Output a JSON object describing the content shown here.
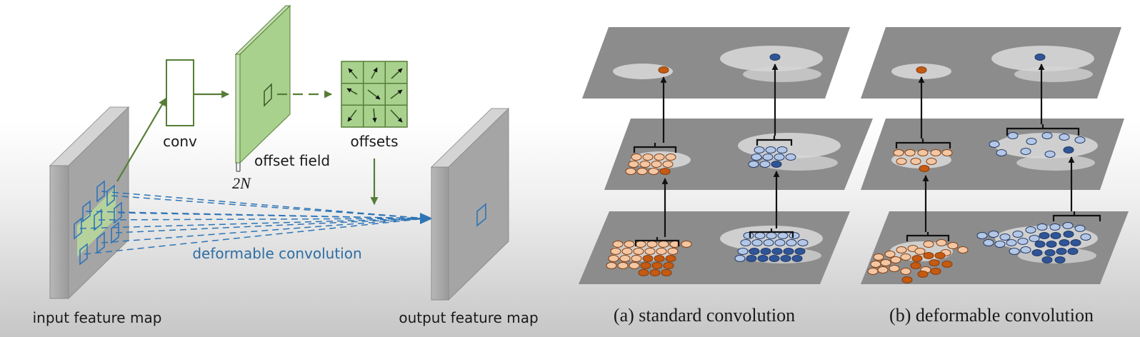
{
  "left_diagram": {
    "conv_label": "conv",
    "offset_field_label": "offset field",
    "channels_label": "2N",
    "offsets_label": "offsets",
    "deformable_label": "deformable convolution",
    "input_label": "input feature map",
    "output_label": "output feature map"
  },
  "right_diagram": {
    "caption_a": "(a) standard convolution",
    "caption_b": "(b) deformable convolution"
  },
  "colors": {
    "green": "#567d36",
    "green_fill": "#a9d18e",
    "blue": "#2e75b6",
    "text_blue": "#2e6da4",
    "orange": "#c55a11",
    "orange_light": "#f4c7a4",
    "blue_dark": "#2f5597",
    "blue_light": "#b4c7e7"
  }
}
